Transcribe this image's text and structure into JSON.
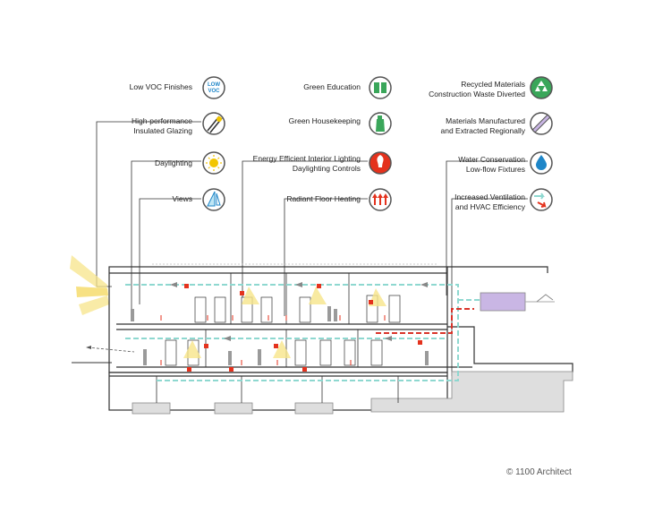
{
  "legend": {
    "col1": [
      {
        "label": "Low VOC Finishes",
        "icon": "low-voc-icon",
        "icon_text": "LOW VOC"
      },
      {
        "label": "High-performance\nInsulated Glazing",
        "icon": "glazing-icon"
      },
      {
        "label": "Daylighting",
        "icon": "sun-icon"
      },
      {
        "label": "Views",
        "icon": "sail-icon"
      }
    ],
    "col2": [
      {
        "label": "Green Education",
        "icon": "book-icon"
      },
      {
        "label": "Green Housekeeping",
        "icon": "spray-bottle-icon"
      },
      {
        "label": "Energy Efficient Interior Lighting\nDaylighting Controls",
        "icon": "lightbulb-icon"
      },
      {
        "label": "Radiant Floor Heating",
        "icon": "heat-arrows-icon"
      }
    ],
    "col3": [
      {
        "label": "Recycled Materials\nConstruction Waste Diverted",
        "icon": "recycle-icon"
      },
      {
        "label": "Materials Manufactured\nand Extracted Regionally",
        "icon": "materials-icon"
      },
      {
        "label": "Water Conservation\nLow-flow Fixtures",
        "icon": "water-drop-icon"
      },
      {
        "label": "Increased Ventilation\nand HVAC Efficiency",
        "icon": "ventilation-icon"
      }
    ]
  },
  "credit": "© 1100 Architect",
  "colors": {
    "green": "#3aa65a",
    "yellow": "#f2c500",
    "red": "#e4321d",
    "blue": "#1e86c8",
    "purple": "#c9b6e4",
    "teal": "#8ed8d0",
    "duct_red": "#d9342a"
  }
}
